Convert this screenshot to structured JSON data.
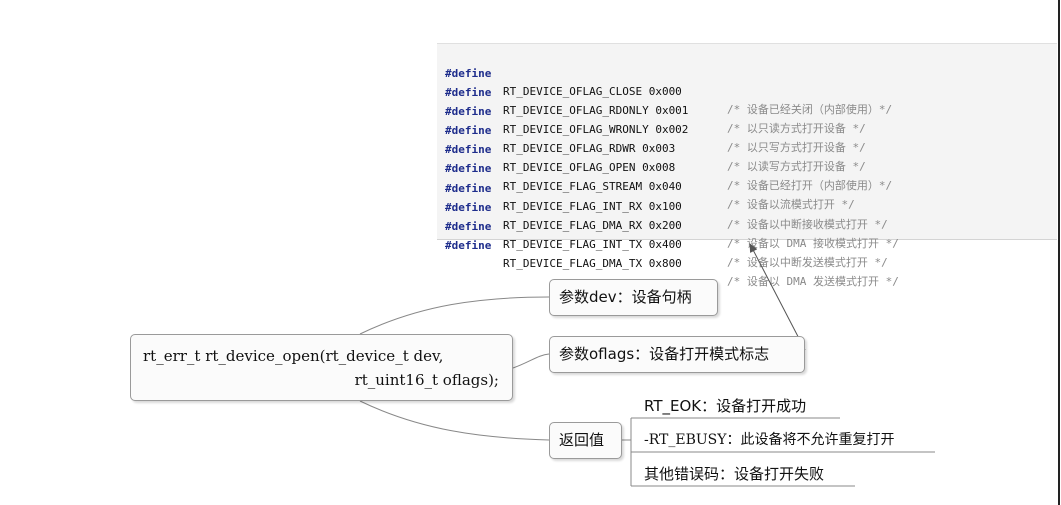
{
  "code_block": {
    "lines": [
      {
        "keyword": "#define",
        "name": "RT_DEVICE_OFLAG_CLOSE 0x000",
        "comment": "/* 设备已经关闭（内部使用）*/"
      },
      {
        "keyword": "#define",
        "name": "RT_DEVICE_OFLAG_RDONLY 0x001",
        "comment": "/* 以只读方式打开设备 */"
      },
      {
        "keyword": "#define",
        "name": "RT_DEVICE_OFLAG_WRONLY 0x002",
        "comment": "/* 以只写方式打开设备 */"
      },
      {
        "keyword": "#define",
        "name": "RT_DEVICE_OFLAG_RDWR 0x003",
        "comment": "/* 以读写方式打开设备 */"
      },
      {
        "keyword": "#define",
        "name": "RT_DEVICE_OFLAG_OPEN 0x008",
        "comment": "/* 设备已经打开（内部使用）*/"
      },
      {
        "keyword": "#define",
        "name": "RT_DEVICE_FLAG_STREAM 0x040",
        "comment": "/* 设备以流模式打开 */"
      },
      {
        "keyword": "#define",
        "name": "RT_DEVICE_FLAG_INT_RX 0x100",
        "comment": "/* 设备以中断接收模式打开 */"
      },
      {
        "keyword": "#define",
        "name": "RT_DEVICE_FLAG_DMA_RX 0x200",
        "comment": "/* 设备以 DMA 接收模式打开 */"
      },
      {
        "keyword": "#define",
        "name": "RT_DEVICE_FLAG_INT_TX 0x400",
        "comment": "/* 设备以中断发送模式打开 */"
      },
      {
        "keyword": "#define",
        "name": "RT_DEVICE_FLAG_DMA_TX 0x800",
        "comment": "/* 设备以 DMA 发送模式打开 */"
      }
    ]
  },
  "mindmap": {
    "root": {
      "line1": "rt_err_t rt_device_open(rt_device_t dev,",
      "line2": "rt_uint16_t oflags);"
    },
    "branches": {
      "dev": "参数dev：设备句柄",
      "oflags": "参数oflags：设备打开模式标志",
      "return_value": "返回值"
    },
    "return_values": {
      "ok": "RT_EOK：设备打开成功",
      "ebusy": "-RT_EBUSY：此设备将不允许重复打开",
      "other": "其他错误码：设备打开失败"
    }
  },
  "colors": {
    "keyword": "#1e2d8c",
    "comment": "#8a8a8a",
    "panel_background": "#f4f4f4",
    "connector": "#888888"
  }
}
